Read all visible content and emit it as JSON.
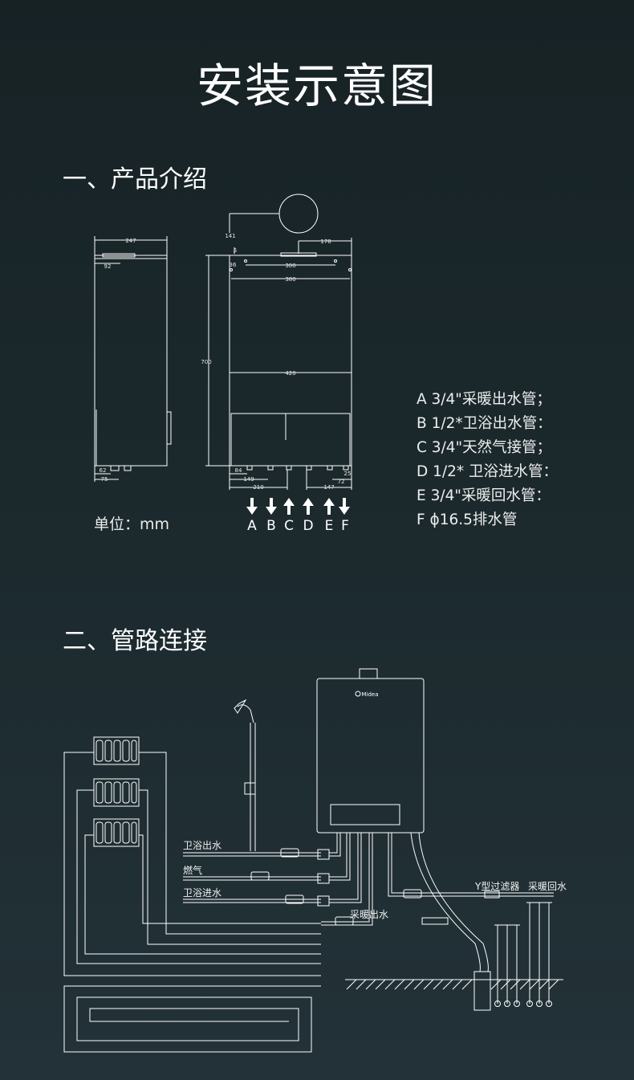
{
  "title": "安装示意图",
  "section1": {
    "heading": "一、产品介绍"
  },
  "section2": {
    "heading": "二、管路连接"
  },
  "unit": "单位：mm",
  "dimensions": {
    "d247": "247",
    "d92": "92",
    "d62": "62",
    "d75": "75",
    "d141": "141",
    "d178": "178",
    "d5": "5",
    "d36": "36",
    "d300": "300",
    "d380": "380",
    "d700": "700",
    "d420": "420",
    "d84": "84",
    "d149": "149",
    "d210": "210",
    "d25": "25",
    "d72": "72",
    "d147": "147"
  },
  "ports": [
    "A",
    "B",
    "C",
    "D",
    "E",
    "F"
  ],
  "legend": [
    "A 3/4\"采暖出水管；",
    "B 1/2*卫浴出水管：",
    "C 3/4\"天然气接管；",
    "D 1/2* 卫浴进水管：",
    "E 3/4\"采暖回水管：",
    "F ϕ16.5排水管"
  ],
  "brand": "Midea",
  "pipe_labels": {
    "bath_out": "卫浴出水",
    "gas": "燃气",
    "bath_in": "卫浴进水",
    "heating_out": "采暖出水",
    "y_filter": "Y型过滤器",
    "heating_return": "采暖回水"
  }
}
